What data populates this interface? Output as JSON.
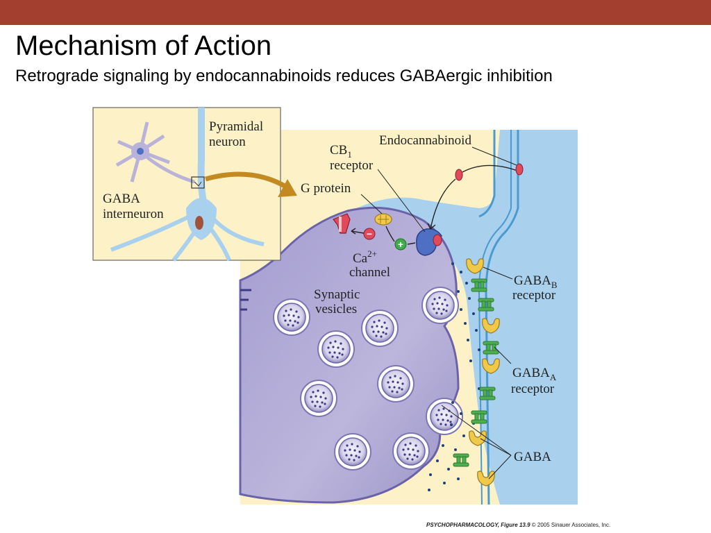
{
  "slide": {
    "title": "Mechanism of Action",
    "subtitle": "Retrograde signaling by endocannabinoids reduces GABAergic inhibition",
    "accent_color": "#a33f2e"
  },
  "diagram": {
    "inset_labels": {
      "pyramidal_line1": "Pyramidal",
      "pyramidal_line2": "neuron",
      "gaba_line1": "GABA",
      "gaba_line2": "interneuron"
    },
    "labels": {
      "endocannabinoid": "Endocannabinoid",
      "cb1_base": "CB",
      "cb1_sub": "1",
      "cb1_line2": "receptor",
      "g_protein": "G protein",
      "ca_base": "Ca",
      "ca_sup": "2+",
      "ca_line2": "channel",
      "vesicles_line1": "Synaptic",
      "vesicles_line2": "vesicles",
      "gabab_base": "GABA",
      "gabab_sub": "B",
      "gabab_line2": "receptor",
      "gabaa_base": "GABA",
      "gabaa_sub": "A",
      "gabaa_line2": "receptor",
      "gaba": "GABA",
      "minus": "−",
      "plus": "+"
    },
    "colors": {
      "cytoplasm_light": "#fdf2c7",
      "postsynaptic_blue": "#a9d1ee",
      "postsynaptic_dark": "#4a9ad0",
      "terminal_purple": "#b9b3d9",
      "terminal_edge": "#6b63a8",
      "receptor_yellow": "#f0c94a",
      "receptor_green": "#4caf4f",
      "endocannabinoid_red": "#e04b5c",
      "arrow_gold": "#c48a22"
    }
  },
  "footer": {
    "book": "PSYCHOPHARMACOLOGY, Figure 13.9",
    "copyright": "© 2005 Sinauer Associates, Inc."
  }
}
